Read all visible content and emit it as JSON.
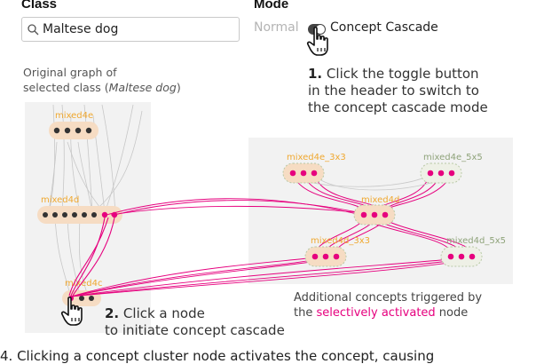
{
  "header": {
    "class_label": "Class",
    "mode_label": "Mode",
    "search_value": "Maltese dog",
    "mode_normal": "Normal",
    "mode_cascade": "Concept Cascade"
  },
  "step1": {
    "num": "1.",
    "line1": "Click the toggle button",
    "line2": "in the header to switch to",
    "line3": "the concept cascade mode"
  },
  "step2": {
    "num": "2.",
    "line1": "Click a node",
    "line2": "to initiate concept cascade"
  },
  "original_graph": {
    "line1": "Original graph of",
    "line2_prefix": "selected class (",
    "line2_class": "Maltese dog",
    "line2_suffix": ")"
  },
  "additional": {
    "line1": "Additional concepts triggered by",
    "line2_prefix": "the ",
    "line2_highlight": "selectively activated",
    "line2_suffix": " node"
  },
  "layers": {
    "left_top": "mixed4e",
    "left_mid": "mixed4d",
    "left_bottom": "mixed4c",
    "r1a": "mixed4e_3x3",
    "r1b": "mixed4e_5x5",
    "r2": "mixed4d",
    "r3a": "mixed4d_3x3",
    "r3b": "mixed4d_5x5"
  },
  "caption": "4. Clicking a concept cluster node activates the concept, causing",
  "colors": {
    "pink": "#e6007e",
    "orange_label": "#f0a830",
    "green_label": "#8fa37a",
    "node_bg": "#f6dcc3",
    "panel_bg": "#f2f2f2",
    "dark_dot": "#333333"
  },
  "icons": [
    "search-icon",
    "toggle-switch-icon",
    "hand-pointer-icon"
  ]
}
